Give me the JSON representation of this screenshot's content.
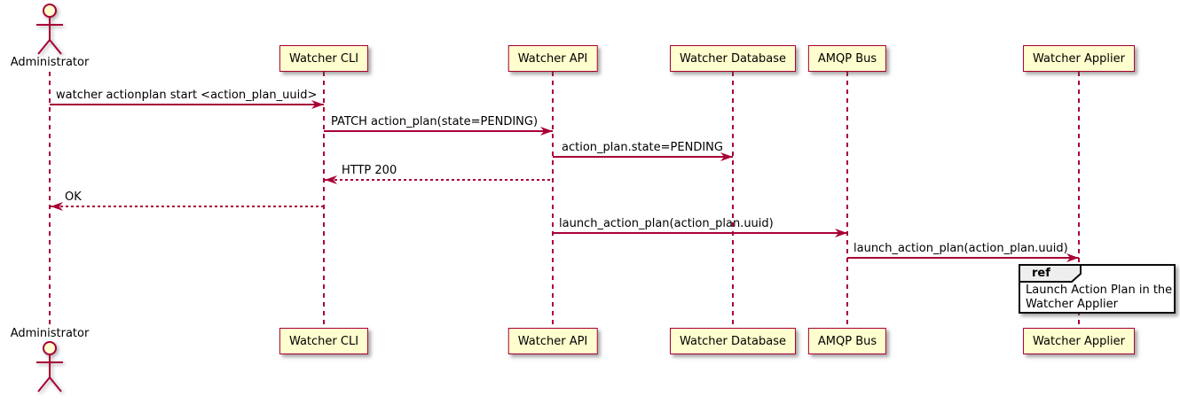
{
  "diagram": {
    "type": "sequence-diagram",
    "background": "#FFFFFF",
    "colors": {
      "participant_fill": "#FEFECE",
      "participant_border": "#A80036",
      "lifeline": "#A80036",
      "arrow": "#A80036",
      "text": "#000000",
      "ref_border": "#0A0A0A",
      "ref_fill": "#FFFFFF",
      "ref_header_fill": "#EEEEEE"
    },
    "actor": {
      "id": "administrator",
      "label": "Administrator"
    },
    "participants": [
      {
        "id": "watcher-cli",
        "label": "Watcher CLI"
      },
      {
        "id": "watcher-api",
        "label": "Watcher API"
      },
      {
        "id": "watcher-database",
        "label": "Watcher Database"
      },
      {
        "id": "amqp-bus",
        "label": "AMQP Bus"
      },
      {
        "id": "watcher-applier",
        "label": "Watcher Applier"
      }
    ],
    "messages": [
      {
        "from": "administrator",
        "to": "watcher-cli",
        "label": "watcher actionplan start <action_plan_uuid>",
        "line": "solid"
      },
      {
        "from": "watcher-cli",
        "to": "watcher-api",
        "label": "PATCH action_plan(state=PENDING)",
        "line": "solid"
      },
      {
        "from": "watcher-api",
        "to": "watcher-database",
        "label": "action_plan.state=PENDING",
        "line": "solid"
      },
      {
        "from": "watcher-api",
        "to": "watcher-cli",
        "label": "HTTP 200",
        "line": "dashed"
      },
      {
        "from": "watcher-cli",
        "to": "administrator",
        "label": "OK",
        "line": "dashed"
      },
      {
        "from": "watcher-api",
        "to": "amqp-bus",
        "label": "launch_action_plan(action_plan.uuid)",
        "line": "solid"
      },
      {
        "from": "amqp-bus",
        "to": "watcher-applier",
        "label": "launch_action_plan(action_plan.uuid)",
        "line": "solid"
      }
    ],
    "ref": {
      "keyword": "ref",
      "over": "watcher-applier",
      "text_lines": [
        "Launch Action Plan in the",
        "Watcher Applier"
      ]
    }
  }
}
